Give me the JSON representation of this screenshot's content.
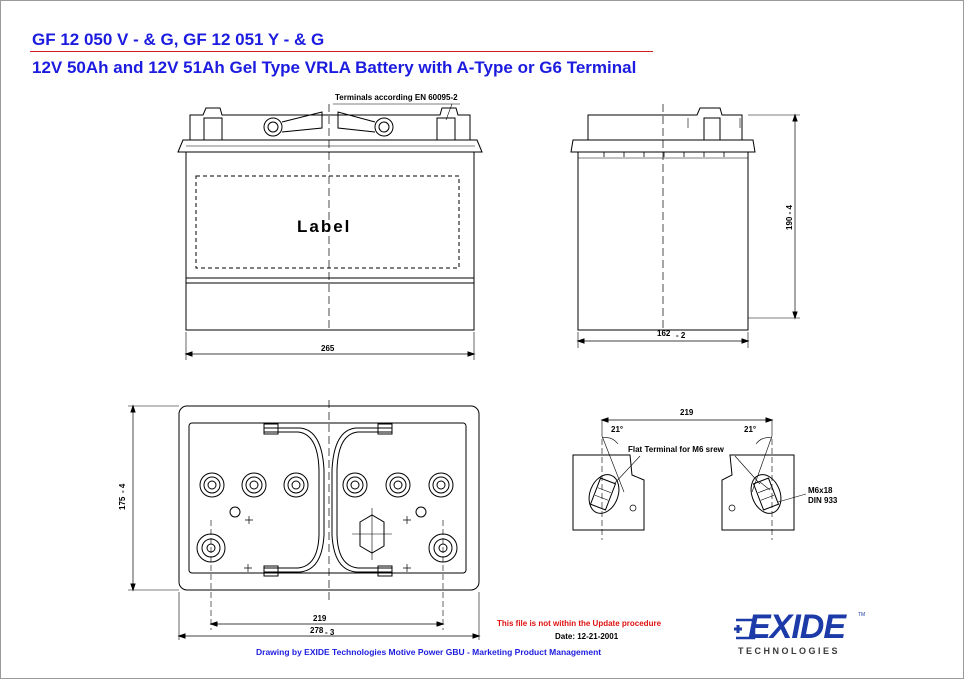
{
  "header": {
    "title": "GF 12 050 V - & G, GF 12 051 Y - & G",
    "subtitle": "12V 50Ah and 12V 51Ah Gel Type VRLA Battery with A-Type or G6 Terminal"
  },
  "front_view": {
    "terminals_note": "Terminals according EN 60095-2",
    "label": "Label",
    "width_dim": "265"
  },
  "side_view": {
    "depth_dim": "162",
    "depth_tol": "- 2",
    "height_dim": "190 - 4"
  },
  "top_view": {
    "depth_dim": "175",
    "depth_tol": "- 4",
    "terminal_spacing": "219",
    "length_dim": "278",
    "length_tol": "- 3"
  },
  "terminal_detail": {
    "spacing": "219",
    "angle_left": "21°",
    "angle_right": "21°",
    "flat_terminal_note": "Flat Terminal for M6 srew",
    "screw_line1": "M6x18",
    "screw_line2": "DIN 933"
  },
  "footer": {
    "update_note": "This file is not within the Update procedure",
    "date": "Date: 12-21-2001",
    "drawing_credit": "Drawing by EXIDE Technologies Motive Power GBU - Marketing Product Management"
  },
  "logo": {
    "brand": "EXIDE",
    "sub": "TECHNOLOGIES",
    "tm": "TM"
  },
  "colors": {
    "title_blue": "#1c1ce0",
    "rule_red": "#d01c1c",
    "note_red": "#e01010",
    "logo_blue": "#1c3aa8"
  }
}
